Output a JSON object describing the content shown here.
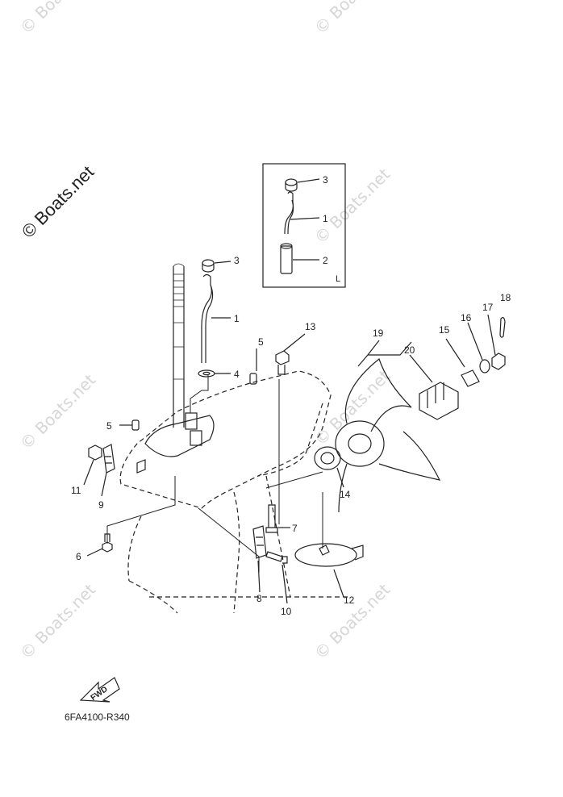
{
  "watermark_main": "© Boats.net",
  "watermark_faint": "© Boats.net",
  "diagram_code": "6FA4100-R340",
  "fwd_label": "FWD",
  "inset_label": "L",
  "callouts": [
    "1",
    "2",
    "3",
    "4",
    "5",
    "6",
    "7",
    "8",
    "9",
    "10",
    "11",
    "12",
    "13",
    "14",
    "15",
    "16",
    "17",
    "18",
    "19",
    "20"
  ],
  "inset_callouts": [
    "1",
    "2",
    "3"
  ]
}
